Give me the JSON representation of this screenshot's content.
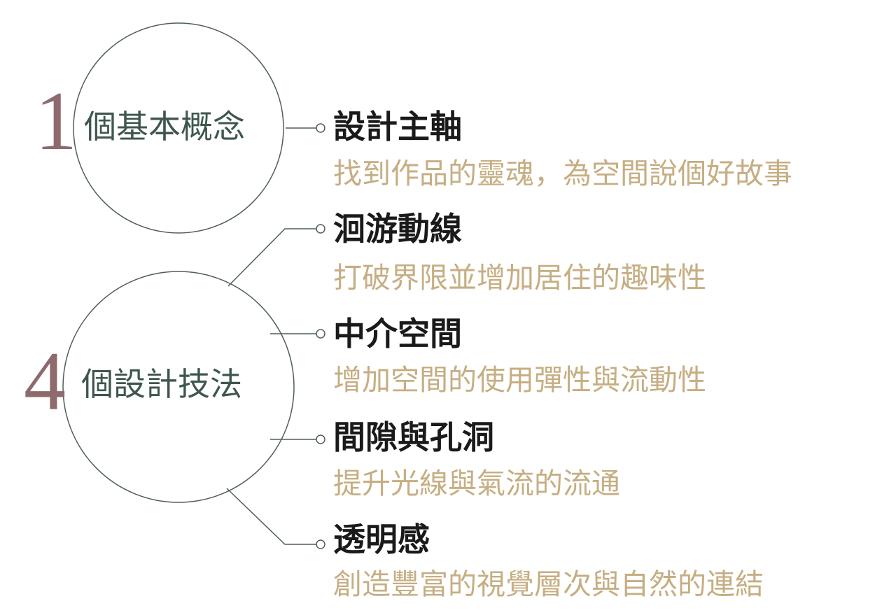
{
  "groups": [
    {
      "number": "1",
      "label": "個基本概念"
    },
    {
      "number": "4",
      "label": "個設計技法"
    }
  ],
  "items": [
    {
      "title": "設計主軸",
      "description": "找到作品的靈魂，為空間說個好故事"
    },
    {
      "title": "洄游動線",
      "description": "打破界限並增加居住的趣味性"
    },
    {
      "title": "中介空間",
      "description": "增加空間的使用彈性與流動性"
    },
    {
      "title": "間隙與孔洞",
      "description": "提升光線與氣流的流通"
    },
    {
      "title": "透明感",
      "description": "創造豐富的視覺層次與自然的連結"
    }
  ],
  "colors": {
    "number": "#8e6a6c",
    "group_label": "#3e564f",
    "title": "#1a1a1a",
    "description": "#c6ae83",
    "lines": "#4f5f58"
  }
}
